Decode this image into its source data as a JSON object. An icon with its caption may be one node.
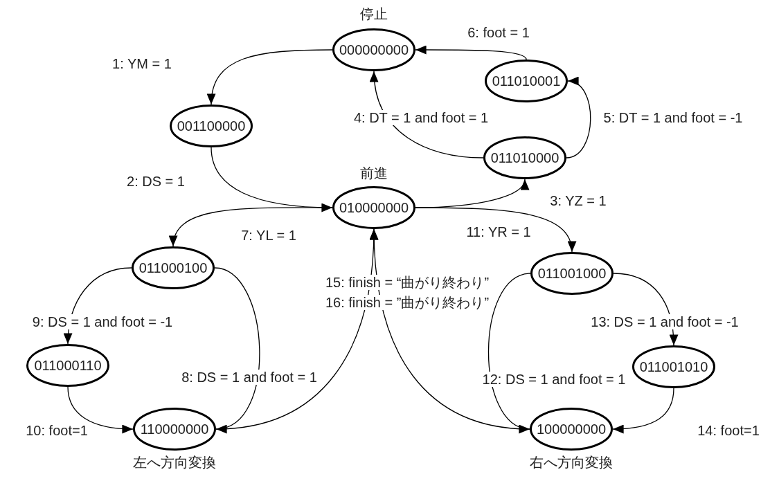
{
  "diagram": {
    "nodes": [
      {
        "text": [
          "000000000"
        ],
        "beside": [
          "停止"
        ]
      },
      {
        "text": [
          "011010001"
        ]
      },
      {
        "text": [
          "001100000"
        ]
      },
      {
        "text": [
          "011010000"
        ]
      },
      {
        "text": [
          "010000000"
        ],
        "beside": [
          "前進"
        ]
      },
      {
        "text": [
          "011000100"
        ]
      },
      {
        "text": [
          "011001000"
        ]
      },
      {
        "text": [
          "011000110"
        ]
      },
      {
        "text": [
          "011001010"
        ]
      },
      {
        "text": [
          "110000000"
        ],
        "beside": [
          "左へ方向変換"
        ]
      },
      {
        "text": [
          "100000000"
        ],
        "beside": [
          "右へ方向変換"
        ]
      }
    ],
    "edges": [
      {
        "from": 0,
        "to": 2,
        "arrow": "to",
        "label": "1: YM = 1"
      },
      {
        "from": 2,
        "to": 4,
        "arrow": "to",
        "label": "2: DS = 1"
      },
      {
        "from": 4,
        "to": 3,
        "arrow": "to",
        "label": "3: YZ = 1"
      },
      {
        "from": 3,
        "to": 0,
        "arrow": "to",
        "label": "4: DT = 1 and foot = 1"
      },
      {
        "from": 3,
        "to": 1,
        "arrow": "to",
        "label": "5: DT = 1 and foot = -1"
      },
      {
        "from": 1,
        "to": 0,
        "arrow": "to",
        "label": "6: foot = 1"
      },
      {
        "from": 4,
        "to": 5,
        "arrow": "to",
        "label": "7: YL = 1"
      },
      {
        "from": 5,
        "to": 9,
        "arrow": "to",
        "label": "8: DS = 1 and foot = 1"
      },
      {
        "from": 5,
        "to": 7,
        "arrow": "to",
        "label": "9: DS = 1 and foot = -1"
      },
      {
        "from": 7,
        "to": 9,
        "arrow": "to",
        "label": "10: foot=1"
      },
      {
        "from": 4,
        "to": 6,
        "arrow": "to",
        "label": "11: YR = 1"
      },
      {
        "from": 6,
        "to": 10,
        "arrow": "to",
        "label": "12: DS = 1 and foot = 1"
      },
      {
        "from": 6,
        "to": 8,
        "arrow": "to",
        "label": "13: DS = 1 and foot = -1"
      },
      {
        "from": 8,
        "to": 10,
        "arrow": "to",
        "label": "14: foot=1"
      },
      {
        "from": 9,
        "to": 4,
        "arrow": "to",
        "label": "15: finish = “曲がり終わり”"
      },
      {
        "from": 10,
        "to": 4,
        "arrow": "to",
        "label": "16: finish = ”曲がり終わり”"
      }
    ]
  }
}
